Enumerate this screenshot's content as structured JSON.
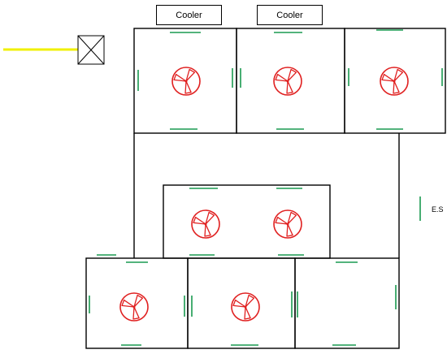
{
  "labels": {
    "cooler_1": "Cooler",
    "cooler_2": "Cooler",
    "legend_es": "E.S"
  },
  "colors": {
    "walls": "#000000",
    "fan": "#e02020",
    "emergency_strip": "#1a9a50",
    "supply_line": "#f0f000"
  },
  "icons": {
    "fan": "ceiling-fan-icon",
    "junction": "junction-box-icon"
  }
}
